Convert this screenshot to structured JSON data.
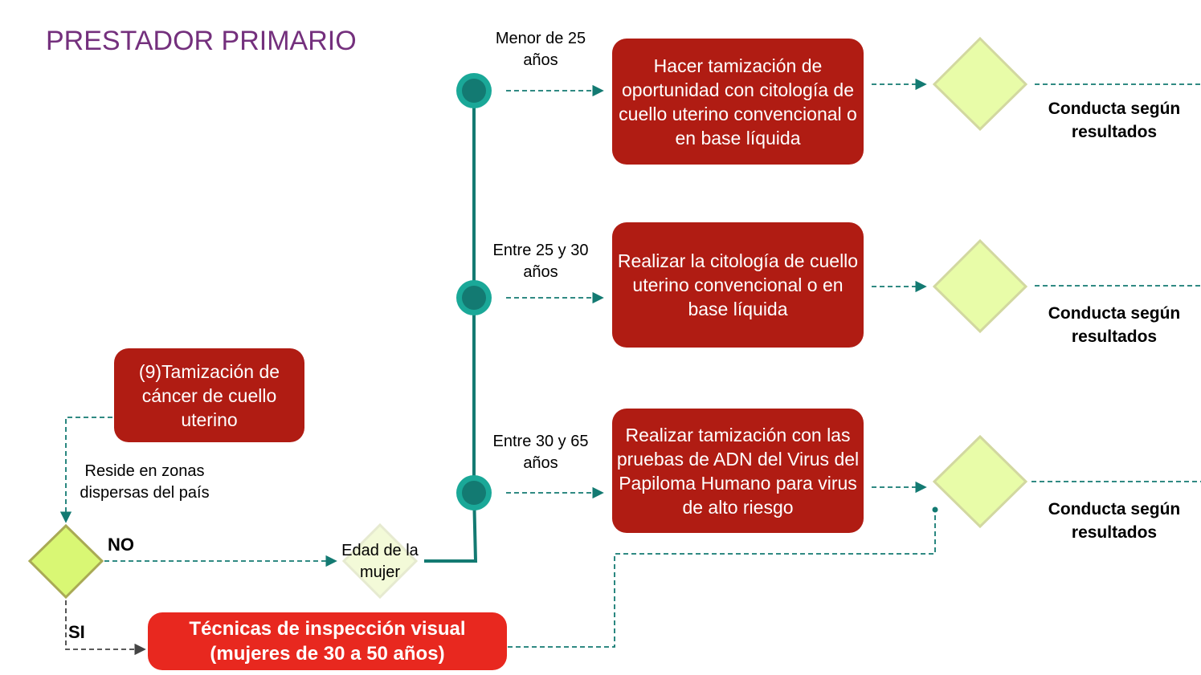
{
  "title": "PRESTADOR PRIMARIO",
  "start_box": "(9)Tamización de cáncer de cuello uterino",
  "reside_label": "Reside en zonas dispersas del país",
  "no_label": "NO",
  "si_label": "SI",
  "edad_label": "Edad de la mujer",
  "visual_box": "Técnicas de inspección visual (mujeres de 30 a 50 años)",
  "branches": [
    {
      "age": "Menor de 25 años",
      "action": "Hacer tamización de oportunidad con citología de cuello uterino convencional o en base líquida",
      "result": "Conducta según resultados"
    },
    {
      "age": "Entre 25 y 30 años",
      "action": "Realizar la citología de cuello uterino convencional o en base líquida",
      "result": "Conducta según resultados"
    },
    {
      "age": "Entre 30 y 65 años",
      "action": "Realizar tamización con las pruebas de ADN del Virus del Papiloma Humano para virus de alto riesgo",
      "result": "Conducta según resultados"
    }
  ],
  "colors": {
    "dark_red": "#b01c13",
    "bright_red": "#e8281f",
    "teal": "#137a72",
    "teal_light": "#1aa898",
    "title": "#74307d"
  }
}
